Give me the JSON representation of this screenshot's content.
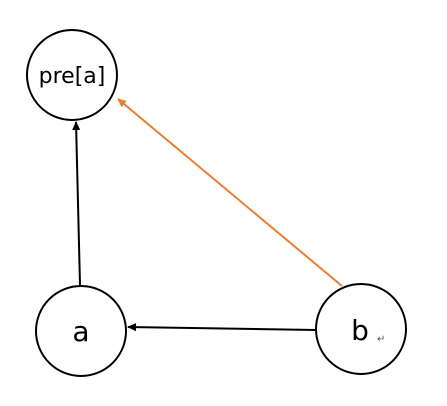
{
  "diagram": {
    "nodes": [
      {
        "id": "pre_a",
        "label": "pre[a]"
      },
      {
        "id": "a",
        "label": "a"
      },
      {
        "id": "b",
        "label": "b",
        "suffix": "↵"
      }
    ],
    "edges": [
      {
        "from": "a",
        "to": "pre_a",
        "color": "#000000"
      },
      {
        "from": "b",
        "to": "a",
        "color": "#000000"
      },
      {
        "from": "b",
        "to": "pre_a",
        "color": "#ED7D31"
      }
    ]
  }
}
